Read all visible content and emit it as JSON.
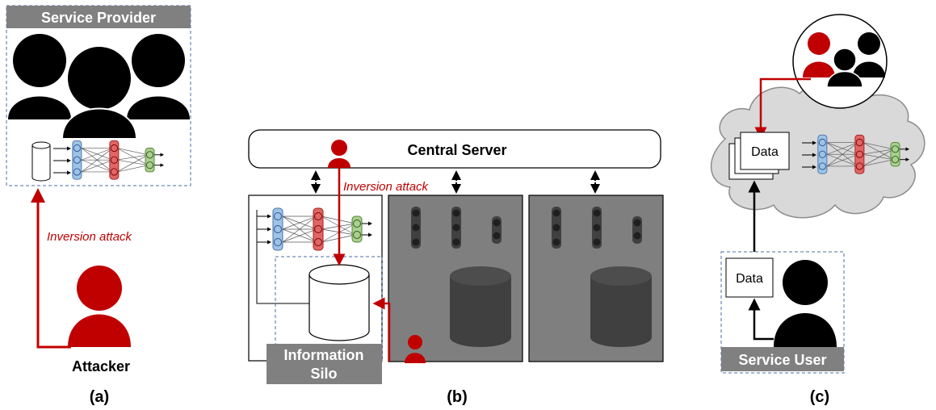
{
  "panel_a": {
    "header": "Service Provider",
    "arrow_label": "Inversion attack",
    "attacker_label": "Attacker",
    "caption": "(a)"
  },
  "panel_b": {
    "server_label": "Central Server",
    "arrow_label": "Inversion attack",
    "silo_label_line1": "Information",
    "silo_label_line2": "Silo",
    "caption": "(b)"
  },
  "panel_c": {
    "cloud_data_label": "Data",
    "user_data_label": "Data",
    "user_header": "Service User",
    "caption": "(c)"
  },
  "colors": {
    "attack_red": "#c00000",
    "header_gray": "#808080",
    "box_border": "#4a6fa5",
    "silo_dark": "#7f7f7f",
    "cloud_gray": "#d9d9d9",
    "layer_blue": "#9dc3e6",
    "layer_red": "#e06666",
    "layer_green": "#a9d18e"
  }
}
